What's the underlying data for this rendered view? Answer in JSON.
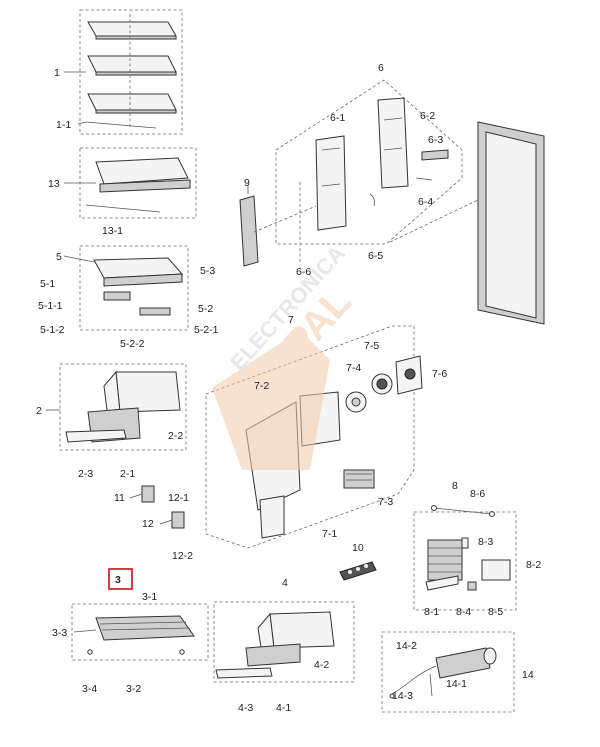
{
  "labels": {
    "p1": "1",
    "p1_1": "1-1",
    "p13": "13",
    "p13_1": "13-1",
    "p5": "5",
    "p5_1": "5-1",
    "p5_1_1": "5-1-1",
    "p5_1_2": "5-1-2",
    "p5_2": "5-2",
    "p5_2_1": "5-2-1",
    "p5_2_2": "5-2-2",
    "p5_3": "5-3",
    "p2": "2",
    "p2_1": "2-1",
    "p2_2": "2-2",
    "p2_3": "2-3",
    "p11": "11",
    "p12": "12",
    "p12_1": "12-1",
    "p12_2": "12-2",
    "p3": "3",
    "p3_1": "3-1",
    "p3_2": "3-2",
    "p3_3": "3-3",
    "p3_4": "3-4",
    "p4": "4",
    "p4_1": "4-1",
    "p4_2": "4-2",
    "p4_3": "4-3",
    "p9": "9",
    "p6": "6",
    "p6_1": "6-1",
    "p6_2": "6-2",
    "p6_3": "6-3",
    "p6_4": "6-4",
    "p6_5": "6-5",
    "p6_6": "6-6",
    "p7": "7",
    "p7_1": "7-1",
    "p7_2": "7-2",
    "p7_3": "7-3",
    "p7_4": "7-4",
    "p7_5": "7-5",
    "p7_6": "7-6",
    "p8": "8",
    "p8_1": "8-1",
    "p8_2": "8-2",
    "p8_3": "8-3",
    "p8_4": "8-4",
    "p8_5": "8-5",
    "p8_6": "8-6",
    "p10": "10",
    "p14": "14",
    "p14_1": "14-1",
    "p14_2": "14-2",
    "p14_3": "14-3"
  },
  "watermark": {
    "line1": "ELECTRONICA",
    "line2": "JOPAL"
  },
  "colors": {
    "watermark": "#f5c9a8",
    "highlight": "#d9262c",
    "ink": "#222222"
  }
}
